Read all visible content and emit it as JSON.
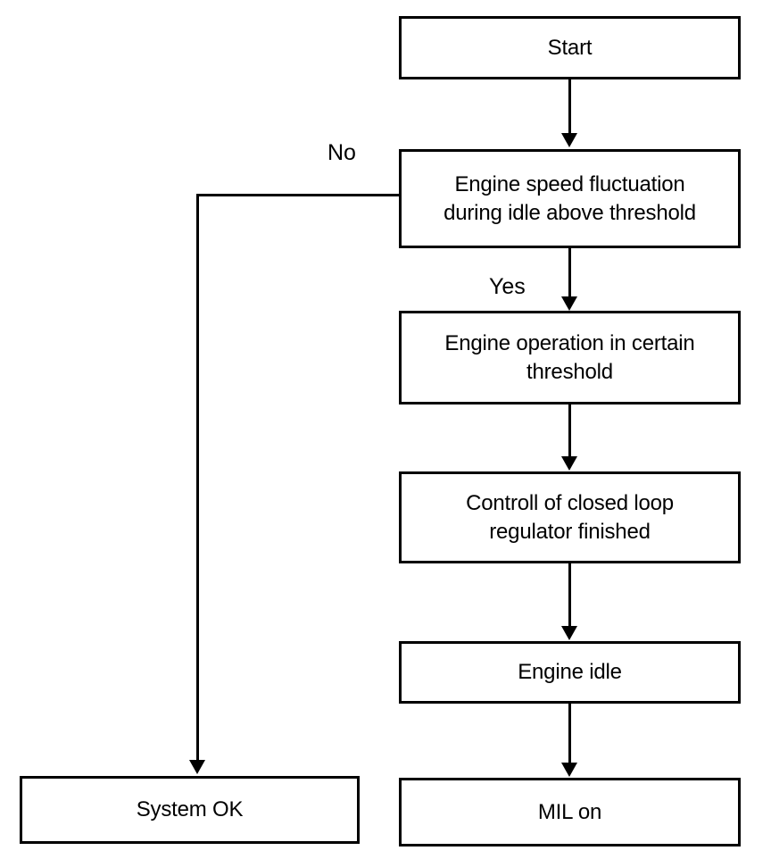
{
  "diagram": {
    "title": "Engine speed fluctuation idle diagnostic flowchart",
    "type": "flowchart",
    "stroke_color": "#000000",
    "fill_color": "#ffffff",
    "nodes": [
      {
        "id": "start",
        "label": "Start"
      },
      {
        "id": "fluctuation",
        "label": "Engine speed fluctuation\nduring idle above threshold"
      },
      {
        "id": "operation",
        "label": "Engine operation in certain\nthreshold"
      },
      {
        "id": "controll",
        "label": "Controll of closed loop\nregulator finished"
      },
      {
        "id": "idle",
        "label": "Engine idle"
      },
      {
        "id": "system_ok",
        "label": "System OK"
      },
      {
        "id": "mil_on",
        "label": "MIL on"
      }
    ],
    "edge_labels": {
      "no": "No",
      "yes": "Yes"
    },
    "edges": [
      {
        "from": "start",
        "to": "fluctuation",
        "label": ""
      },
      {
        "from": "fluctuation",
        "to": "operation",
        "label": "Yes"
      },
      {
        "from": "fluctuation",
        "to": "system_ok",
        "label": "No"
      },
      {
        "from": "operation",
        "to": "controll",
        "label": ""
      },
      {
        "from": "controll",
        "to": "idle",
        "label": ""
      },
      {
        "from": "idle",
        "to": "mil_on",
        "label": ""
      }
    ]
  }
}
